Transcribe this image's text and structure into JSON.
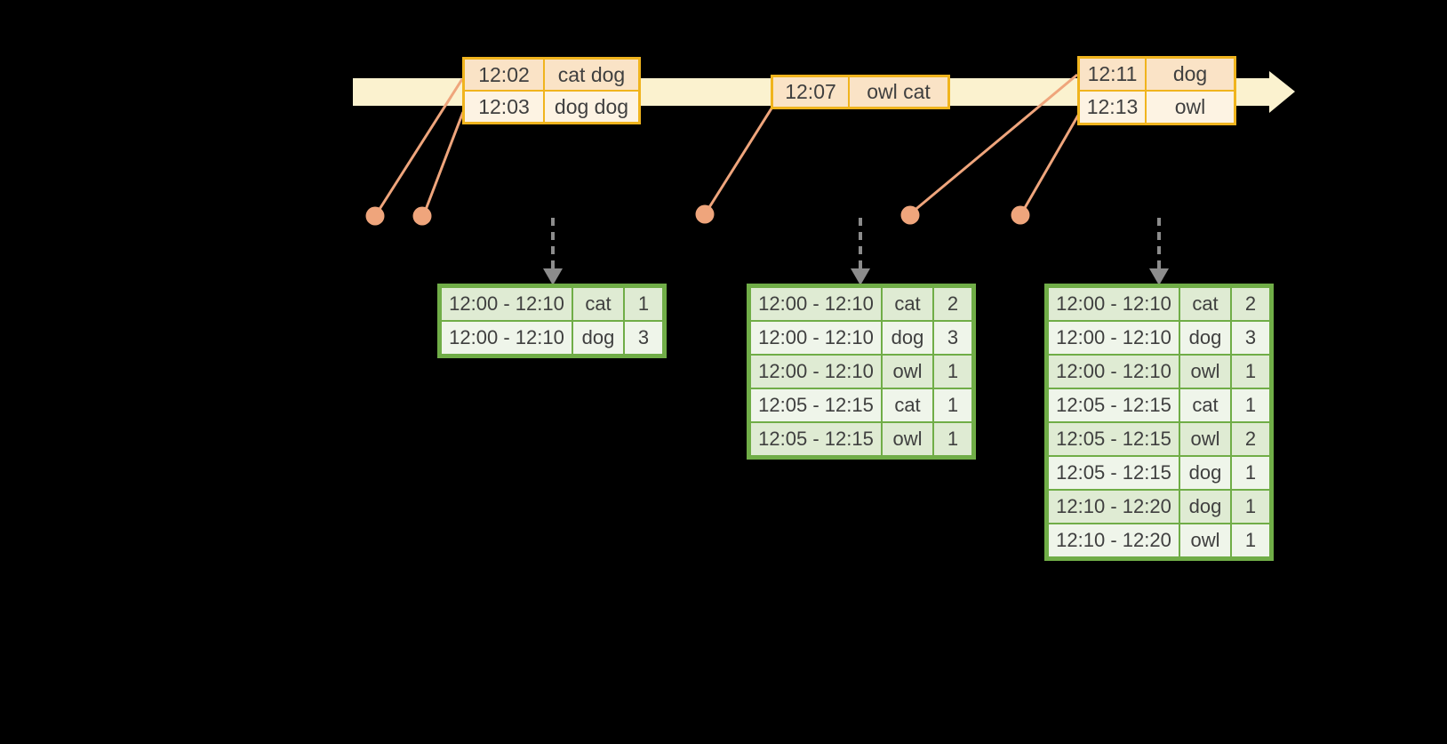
{
  "colors": {
    "band": "#FBF2CF",
    "gold": "#F0B41E",
    "fill_dark": "#FAE3C6",
    "fill_light": "#FDF3E3",
    "marker": "#EFA57C",
    "gray": "#8C8C8C",
    "green": "#70AD47",
    "row_green": "#DFEBD3",
    "row_white": "#EFF5EA",
    "text": "#3F3F3F"
  },
  "timeline": {
    "event_groups": [
      {
        "rows": [
          {
            "time": "12:02",
            "words": "cat dog"
          },
          {
            "time": "12:03",
            "words": "dog dog"
          }
        ]
      },
      {
        "rows": [
          {
            "time": "12:07",
            "words": "owl cat"
          }
        ]
      },
      {
        "rows": [
          {
            "time": "12:11",
            "words": "dog"
          },
          {
            "time": "12:13",
            "words": "owl"
          }
        ]
      }
    ]
  },
  "result_tables": [
    {
      "rows": [
        [
          "12:00 - 12:10",
          "cat",
          "1"
        ],
        [
          "12:00 - 12:10",
          "dog",
          "3"
        ]
      ]
    },
    {
      "rows": [
        [
          "12:00 - 12:10",
          "cat",
          "2"
        ],
        [
          "12:00 - 12:10",
          "dog",
          "3"
        ],
        [
          "12:00 - 12:10",
          "owl",
          "1"
        ],
        [
          "12:05 - 12:15",
          "cat",
          "1"
        ],
        [
          "12:05 - 12:15",
          "owl",
          "1"
        ]
      ]
    },
    {
      "rows": [
        [
          "12:00 - 12:10",
          "cat",
          "2"
        ],
        [
          "12:00 - 12:10",
          "dog",
          "3"
        ],
        [
          "12:00 - 12:10",
          "owl",
          "1"
        ],
        [
          "12:05 - 12:15",
          "cat",
          "1"
        ],
        [
          "12:05 - 12:15",
          "owl",
          "2"
        ],
        [
          "12:05 - 12:15",
          "dog",
          "1"
        ],
        [
          "12:10 - 12:20",
          "dog",
          "1"
        ],
        [
          "12:10 - 12:20",
          "owl",
          "1"
        ]
      ]
    }
  ]
}
